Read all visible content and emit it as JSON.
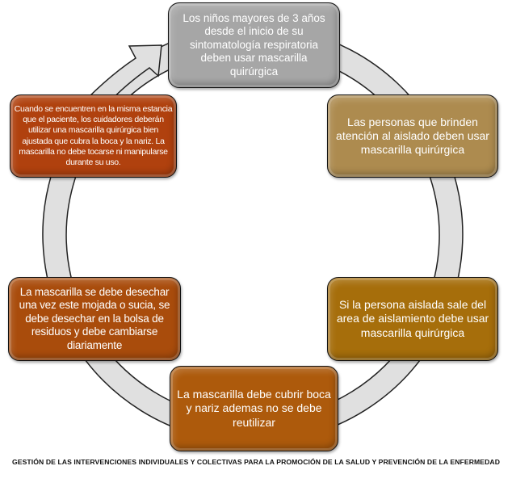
{
  "diagram": {
    "type": "cycle",
    "colors": {
      "ring_fill": "#e0e0e0",
      "ring_stroke": "#222222",
      "text": "#ffffff"
    },
    "nodes": [
      {
        "id": "top",
        "text": "Los niños mayores de 3 años desde el inicio de su sintomatología respiratoria deben usar mascarilla quirúrgica",
        "color": "#a6a6a6"
      },
      {
        "id": "right-top",
        "text": "Las personas que brinden atención al aislado deben usar mascarilla quirúrgica",
        "color": "#ad8b4f"
      },
      {
        "id": "right-bottom",
        "text": "Si la persona aislada sale del area de aislamiento debe usar mascarilla quirúrgica",
        "color": "#a66e0b"
      },
      {
        "id": "bottom",
        "text": "La mascarilla debe cubrir boca y nariz ademas no se debe reutilizar",
        "color": "#ad5a0c"
      },
      {
        "id": "left-bottom",
        "text": "La  mascarilla se debe desechar una vez este mojada o sucia, se debe desechar en la bolsa de residuos y debe cambiarse diariamente",
        "color": "#a94c0c"
      },
      {
        "id": "left-top",
        "text": "Cuando se encuentren en la misma estancia que el paciente, los cuidadores deberán utilizar una mascarilla quirúrgica bien ajustada que cubra la boca y la nariz. La mascarilla no debe tocarse ni manipularse durante su uso.",
        "color": "#b0410e"
      }
    ],
    "arrow_icon": "curved-arrow-clockwise"
  },
  "footer": {
    "caption": "GESTIÓN DE LAS INTERVENCIONES INDIVIDUALES Y COLECTIVAS PARA LA PROMOCIÓN DE LA SALUD Y PREVENCIÓN DE LA ENFERMEDAD"
  }
}
